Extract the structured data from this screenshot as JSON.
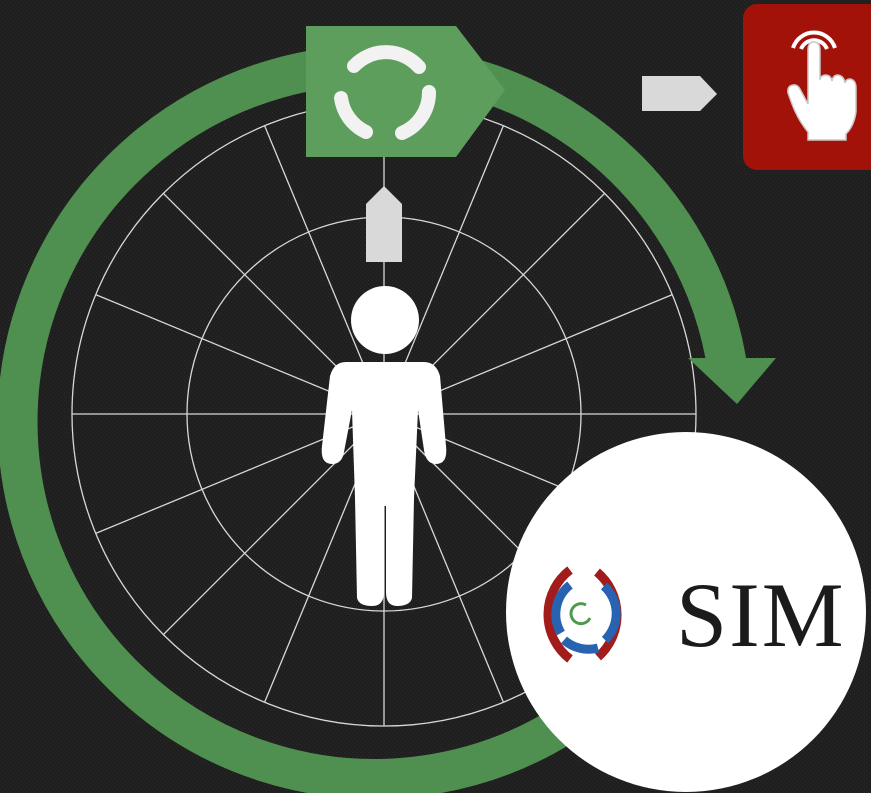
{
  "colors": {
    "background": "#1f1f1f",
    "cycle_green": "#4f8f4f",
    "tab_green": "#5d9e5d",
    "touch_red": "#a31208",
    "connector_gray": "#d9d9d9",
    "wheel_line": "#d8d8d8",
    "person_white": "#ffffff",
    "logo_ring_red": "#a31c1c",
    "logo_ring_blue": "#2763b0",
    "logo_ring_green": "#4f9a4f"
  },
  "icons": {
    "cycle_tab": "refresh-cycle-icon",
    "touch_button": "hand-touch-icon",
    "person": "person-icon",
    "logo_mark": "concentric-rings-logo-icon"
  },
  "wheel": {
    "rings": 2,
    "spokes": 16
  },
  "logo": {
    "text": "SIM"
  }
}
